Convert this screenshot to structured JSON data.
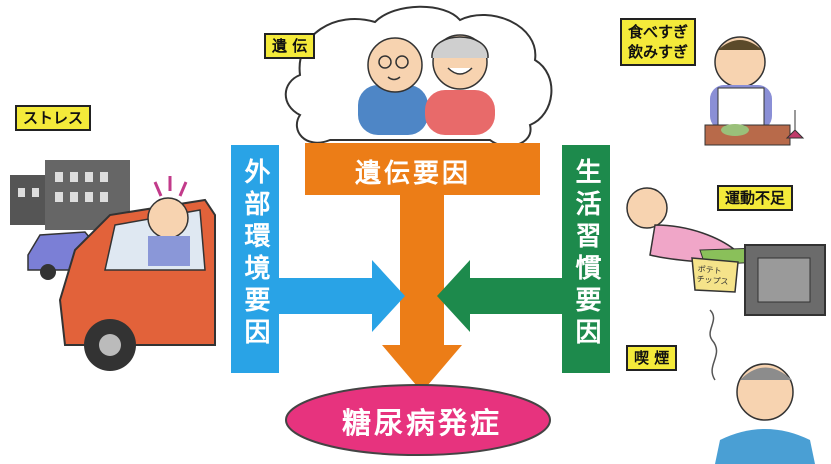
{
  "labels": {
    "stress": "ストレス",
    "heredity": "遺 伝",
    "eating": "食べすぎ\n飲みすぎ",
    "exercise": "運動不足",
    "smoking": "喫 煙"
  },
  "factors": {
    "external": "外部環境要因",
    "genetic": "遺伝要因",
    "lifestyle": "生活習慣要因"
  },
  "result": "糖尿病発症",
  "chips_text": "ポテト\nチップス",
  "colors": {
    "external": "#29a3e6",
    "genetic": "#ec7d17",
    "lifestyle": "#1d8a4c",
    "result": "#e7337e",
    "tag": "#f4ea3a"
  }
}
